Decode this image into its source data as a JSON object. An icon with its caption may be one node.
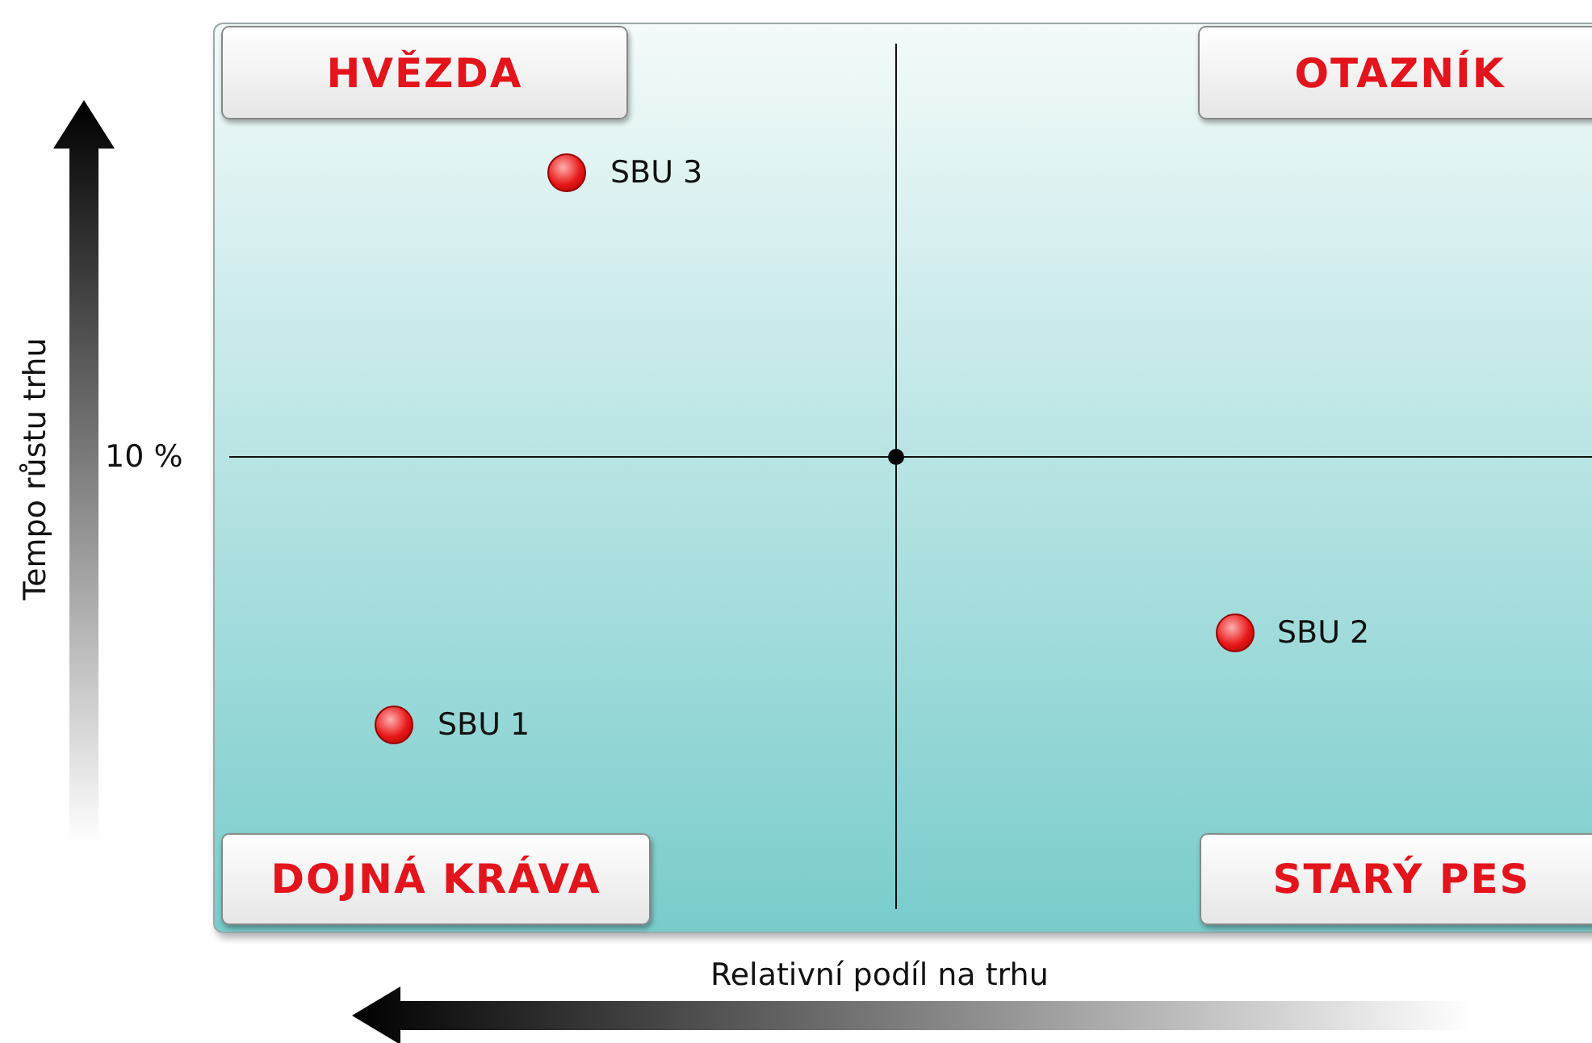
{
  "diagram": {
    "nodes": [
      {
        "text": [
          "HVĚZDA"
        ]
      },
      {
        "text": [
          "OTAZNÍK"
        ]
      },
      {
        "text": [
          "DOJNÁ KRÁVA"
        ]
      },
      {
        "text": [
          "STARÝ PES"
        ]
      }
    ],
    "labels": [
      "Tempo růstu trhu",
      "10 %",
      "Relativní podíl na trhu",
      "SBU 3",
      "SBU 2",
      "SBU 1"
    ]
  }
}
